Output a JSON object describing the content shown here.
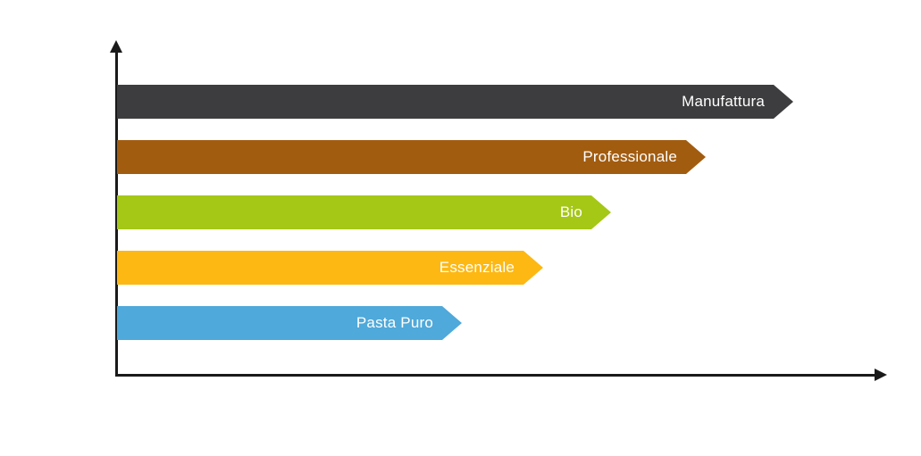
{
  "chart_data": {
    "type": "bar",
    "orientation": "horizontal",
    "bar_shape": "arrow",
    "categories": [
      "Manufattura",
      "Professionale",
      "Bio",
      "Essenziale",
      "Pasta Puro"
    ],
    "values": [
      100,
      87,
      73,
      63,
      51
    ],
    "value_unit": "relative-length-percent-of-longest-bar",
    "bar_colors": [
      "#3d3c3e",
      "#a25c10",
      "#a5c716",
      "#fdb813",
      "#4fa9da"
    ],
    "label_color": "#ffffff",
    "axis_color": "#1a1a1a",
    "background_color": "#ffffff",
    "grid": false,
    "legend": false,
    "axis_tick_labels": []
  }
}
